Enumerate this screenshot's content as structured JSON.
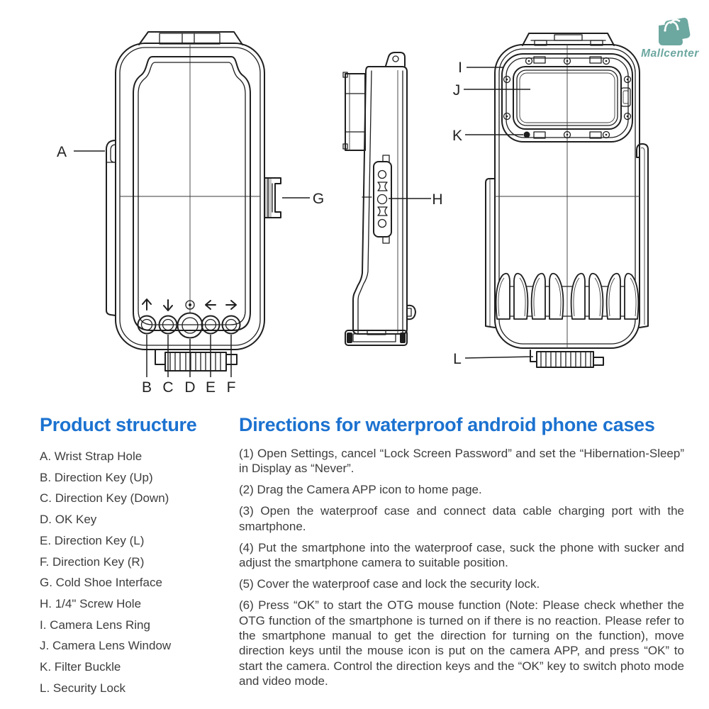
{
  "logo": {
    "brand": "Mallcenter",
    "color": "#6ca7a0",
    "icon": "shopping-bag-icon"
  },
  "diagram": {
    "labels": {
      "A": "A",
      "B": "B",
      "C": "C",
      "D": "D",
      "E": "E",
      "F": "F",
      "G": "G",
      "H": "H",
      "I": "I",
      "J": "J",
      "K": "K",
      "L": "L"
    }
  },
  "product_structure": {
    "title": "Product structure",
    "items": [
      "A. Wrist Strap Hole",
      "B. Direction Key (Up)",
      "C. Direction Key (Down)",
      "D. OK Key",
      "E. Direction Key (L)",
      "F. Direction Key (R)",
      "G. Cold Shoe Interface",
      "H. 1/4\" Screw Hole",
      "I. Camera Lens Ring",
      "J. Camera Lens Window",
      "K. Filter Buckle",
      "L. Security Lock"
    ]
  },
  "directions": {
    "title": "Directions for waterproof android phone cases",
    "steps": [
      "(1) Open Settings, cancel “Lock Screen Password” and set the “Hibernation-Sleep” in Display as “Never”.",
      "(2) Drag the Camera APP icon to home page.",
      "(3) Open the waterproof case and connect data cable charging port with the smartphone.",
      "(4) Put the smartphone into the waterproof case, suck the phone with sucker and adjust the smartphone camera to suitable position.",
      "(5) Cover the waterproof case and lock the security lock.",
      "(6) Press “OK” to start the OTG mouse function (Note: Please check whether the OTG function of the smartphone is turned on if there is no reaction. Please refer to the smartphone manual to get the direction for turning on the function), move direction keys until the mouse icon is put on the camera APP, and press “OK” to start the camera. Control the direction keys and the “OK” key to switch photo mode and video mode."
    ]
  },
  "colors": {
    "heading_blue": "#1c72d0",
    "body_text": "#3d3d3d",
    "line_art": "#1f1f1f",
    "brand_teal": "#6ca7a0"
  }
}
